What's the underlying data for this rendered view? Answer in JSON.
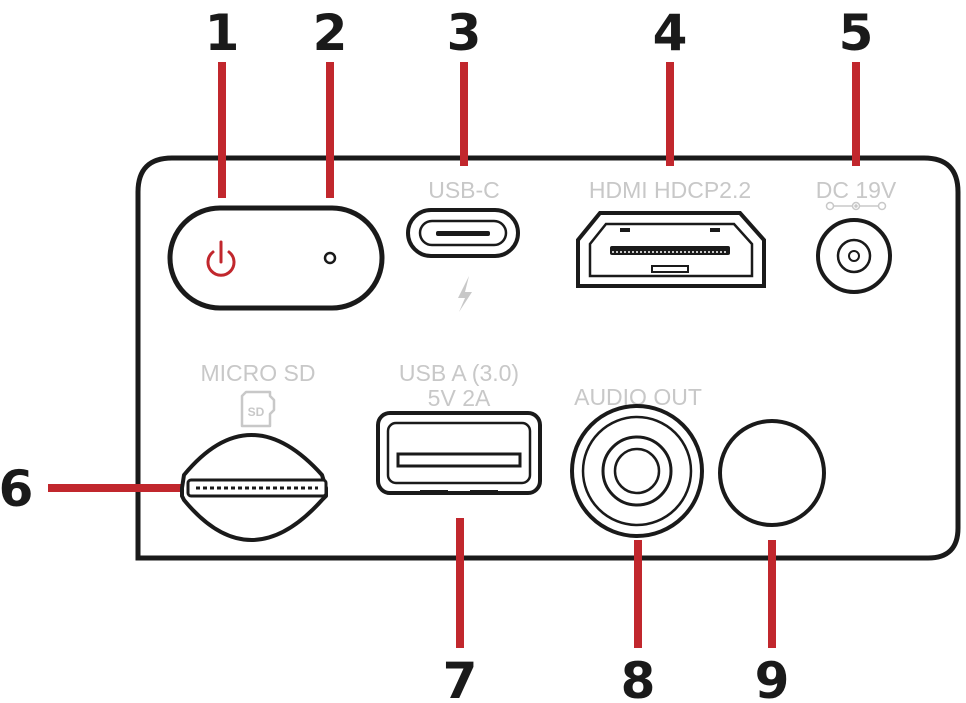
{
  "colors": {
    "callout_line": "#c1272d",
    "callout_number": "#1a1a1a",
    "panel_outline": "#1a1a1a",
    "port_label": "#c8c8c8",
    "power_icon": "#c1272d"
  },
  "callouts": [
    "1",
    "2",
    "3",
    "4",
    "5",
    "6",
    "7",
    "8",
    "9"
  ],
  "labels": {
    "usb_c": "USB-C",
    "hdmi": "HDMI HDCP2.2",
    "dc": "DC 19V",
    "micro_sd": "MICRO SD",
    "sd_icon_text": "SD",
    "usb_a_line1": "USB A (3.0)",
    "usb_a_line2": "5V 2A",
    "audio_out": "AUDIO OUT"
  },
  "icons": {
    "power": "power-icon",
    "led": "led-indicator-icon",
    "charge": "lightning-bolt-icon",
    "dc_polarity": "dc-polarity-icon",
    "sd_card": "sd-card-icon"
  }
}
